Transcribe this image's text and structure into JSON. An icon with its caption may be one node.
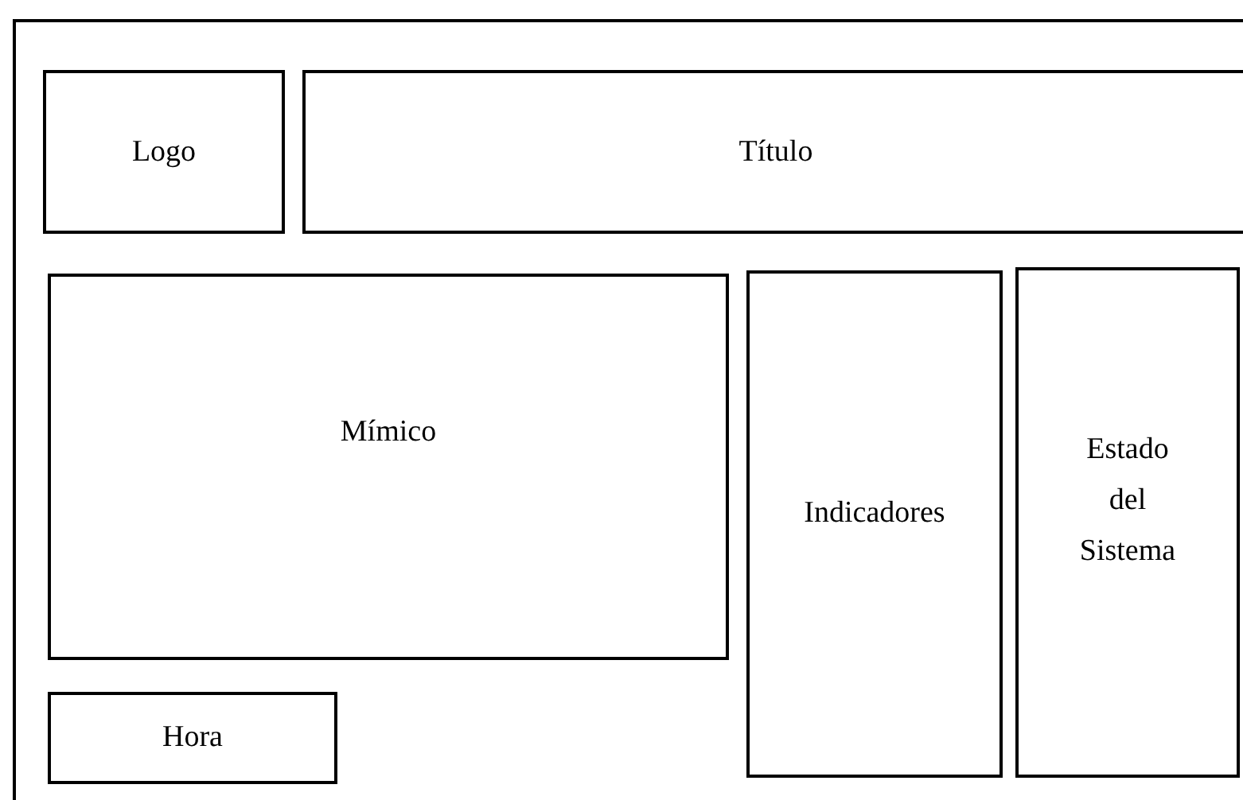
{
  "diagram": {
    "nodes": [
      {
        "text": [],
        "shape": "box"
      },
      {
        "text": [
          "Logo"
        ],
        "in": 0
      },
      {
        "text": [
          "Título"
        ],
        "in": 0
      },
      {
        "text": [
          "Mímico"
        ],
        "in": 0
      },
      {
        "text": [
          "Indicadores"
        ],
        "in": 0
      },
      {
        "text": [
          "Estado del Sistema"
        ],
        "in": 0
      },
      {
        "text": [
          "Hora"
        ],
        "in": 0
      }
    ],
    "edges": []
  }
}
